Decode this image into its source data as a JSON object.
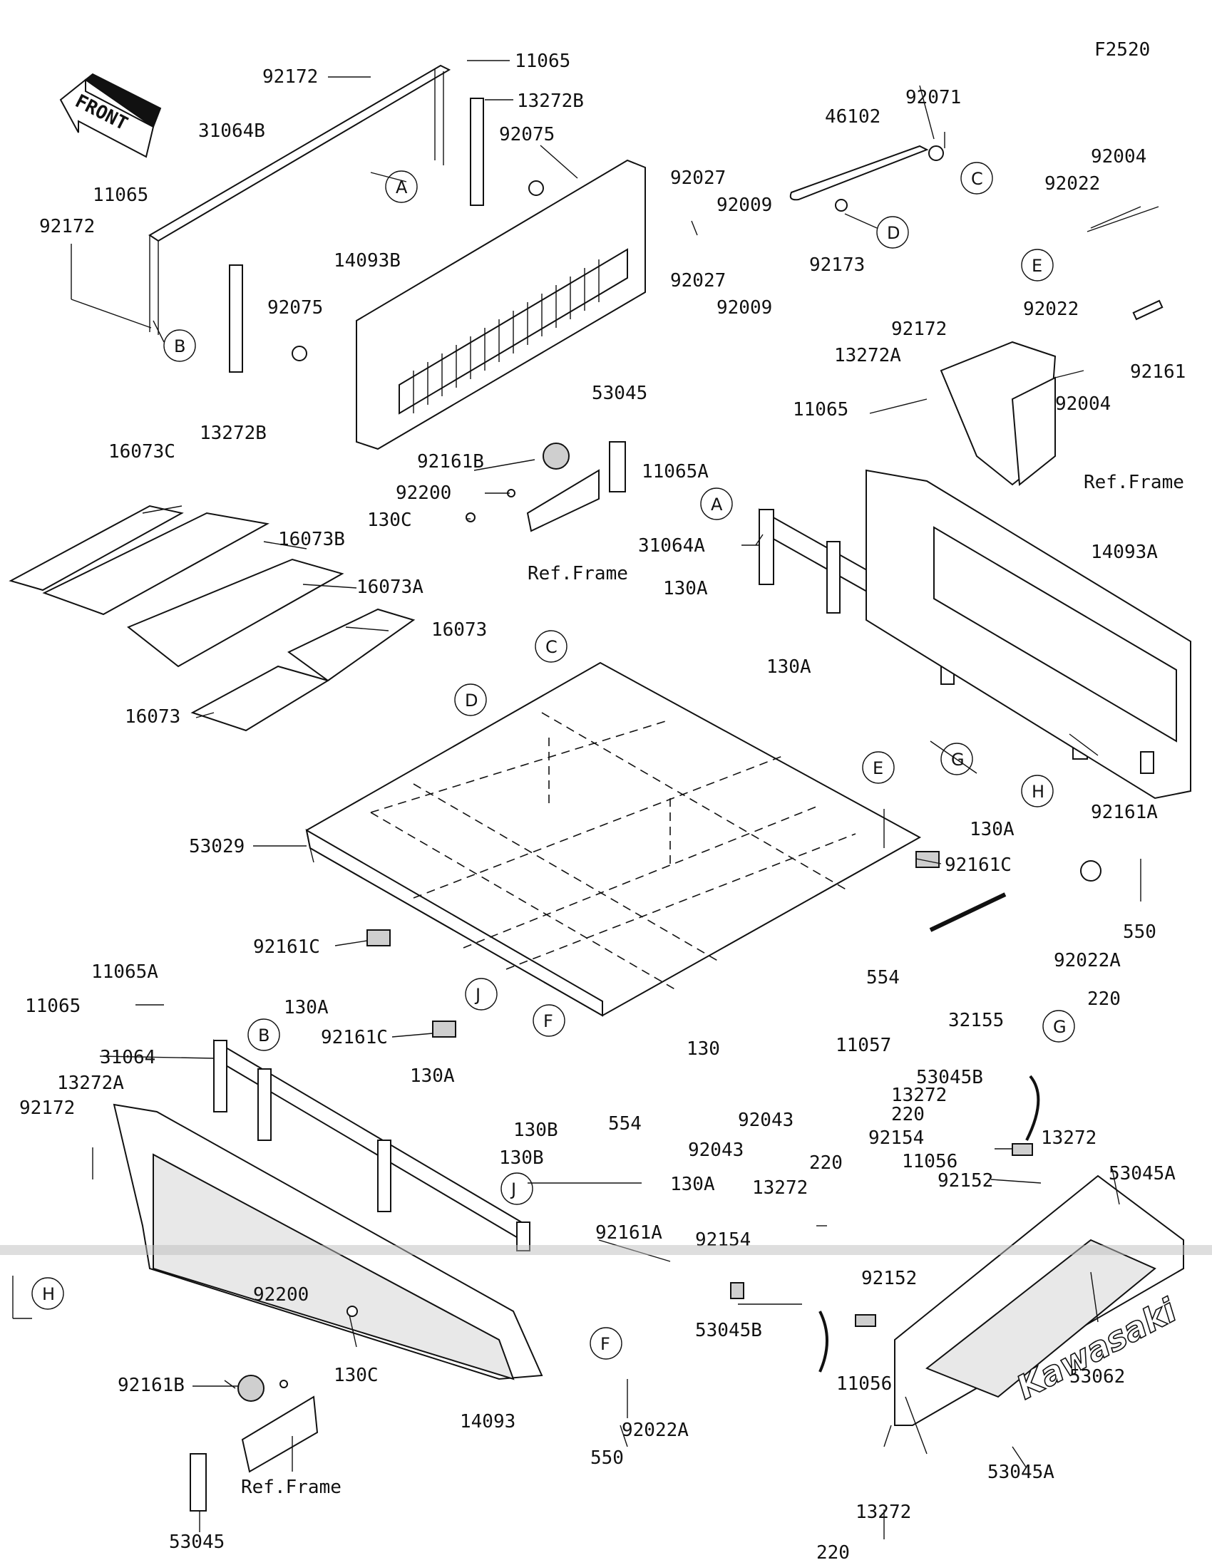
{
  "figure_code": "F2520",
  "front_label": "FRONT",
  "brand_text": "Kawasaki",
  "ref_frame_label": "Ref.Frame",
  "callouts": [
    "A",
    "B",
    "C",
    "D",
    "E",
    "F",
    "G",
    "H",
    "J"
  ],
  "part_numbers": [
    "11065",
    "92172",
    "13272B",
    "31064B",
    "92075",
    "11065",
    "92172",
    "92075",
    "13272B",
    "14093B",
    "92027",
    "92009",
    "92027",
    "92009",
    "46102",
    "92071",
    "92173",
    "92004",
    "92022",
    "92022",
    "92004",
    "92161",
    "92172",
    "13272A",
    "53045",
    "92161B",
    "92200",
    "130C",
    "11065",
    "11065A",
    "31064A",
    "14093A",
    "16073C",
    "16073B",
    "16073A",
    "16073",
    "16073",
    "130A",
    "130A",
    "130A",
    "92161A",
    "53029",
    "92161C",
    "92161C",
    "92161C",
    "554",
    "550",
    "92022A",
    "32155",
    "11057",
    "130",
    "92043",
    "92043",
    "11065A",
    "11065",
    "130A",
    "31064",
    "13272A",
    "92172",
    "130A",
    "130B",
    "554",
    "130B",
    "130A",
    "220",
    "53045B",
    "13272",
    "220",
    "13272",
    "92154",
    "11056",
    "92152",
    "53045A",
    "13272",
    "220",
    "92161A",
    "92154",
    "92152",
    "92200",
    "130C",
    "92161B",
    "14093",
    "53045B",
    "11056",
    "53062",
    "550",
    "92022A",
    "53045A",
    "220",
    "13272",
    "53045"
  ]
}
